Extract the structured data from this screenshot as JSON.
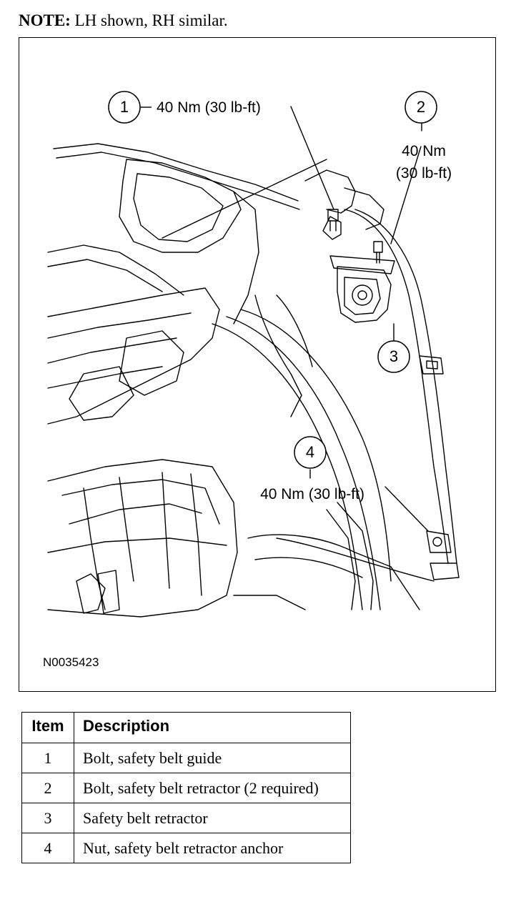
{
  "note": {
    "prefix": "NOTE:",
    "text": "LH shown, RH similar."
  },
  "figure": {
    "id": "N0035423",
    "callouts": [
      {
        "number": "1",
        "torque": "40 Nm (30 lb-ft)"
      },
      {
        "number": "2",
        "torque_line1": "40 Nm",
        "torque_line2": "(30 lb-ft)"
      },
      {
        "number": "3"
      },
      {
        "number": "4",
        "torque": "40 Nm (30 lb-ft)"
      }
    ]
  },
  "legend": {
    "headers": {
      "item": "Item",
      "description": "Description"
    },
    "rows": [
      {
        "item": "1",
        "description": "Bolt, safety belt guide"
      },
      {
        "item": "2",
        "description": "Bolt, safety belt retractor (2 required)"
      },
      {
        "item": "3",
        "description": "Safety belt retractor"
      },
      {
        "item": "4",
        "description": "Nut, safety belt retractor anchor"
      }
    ]
  }
}
